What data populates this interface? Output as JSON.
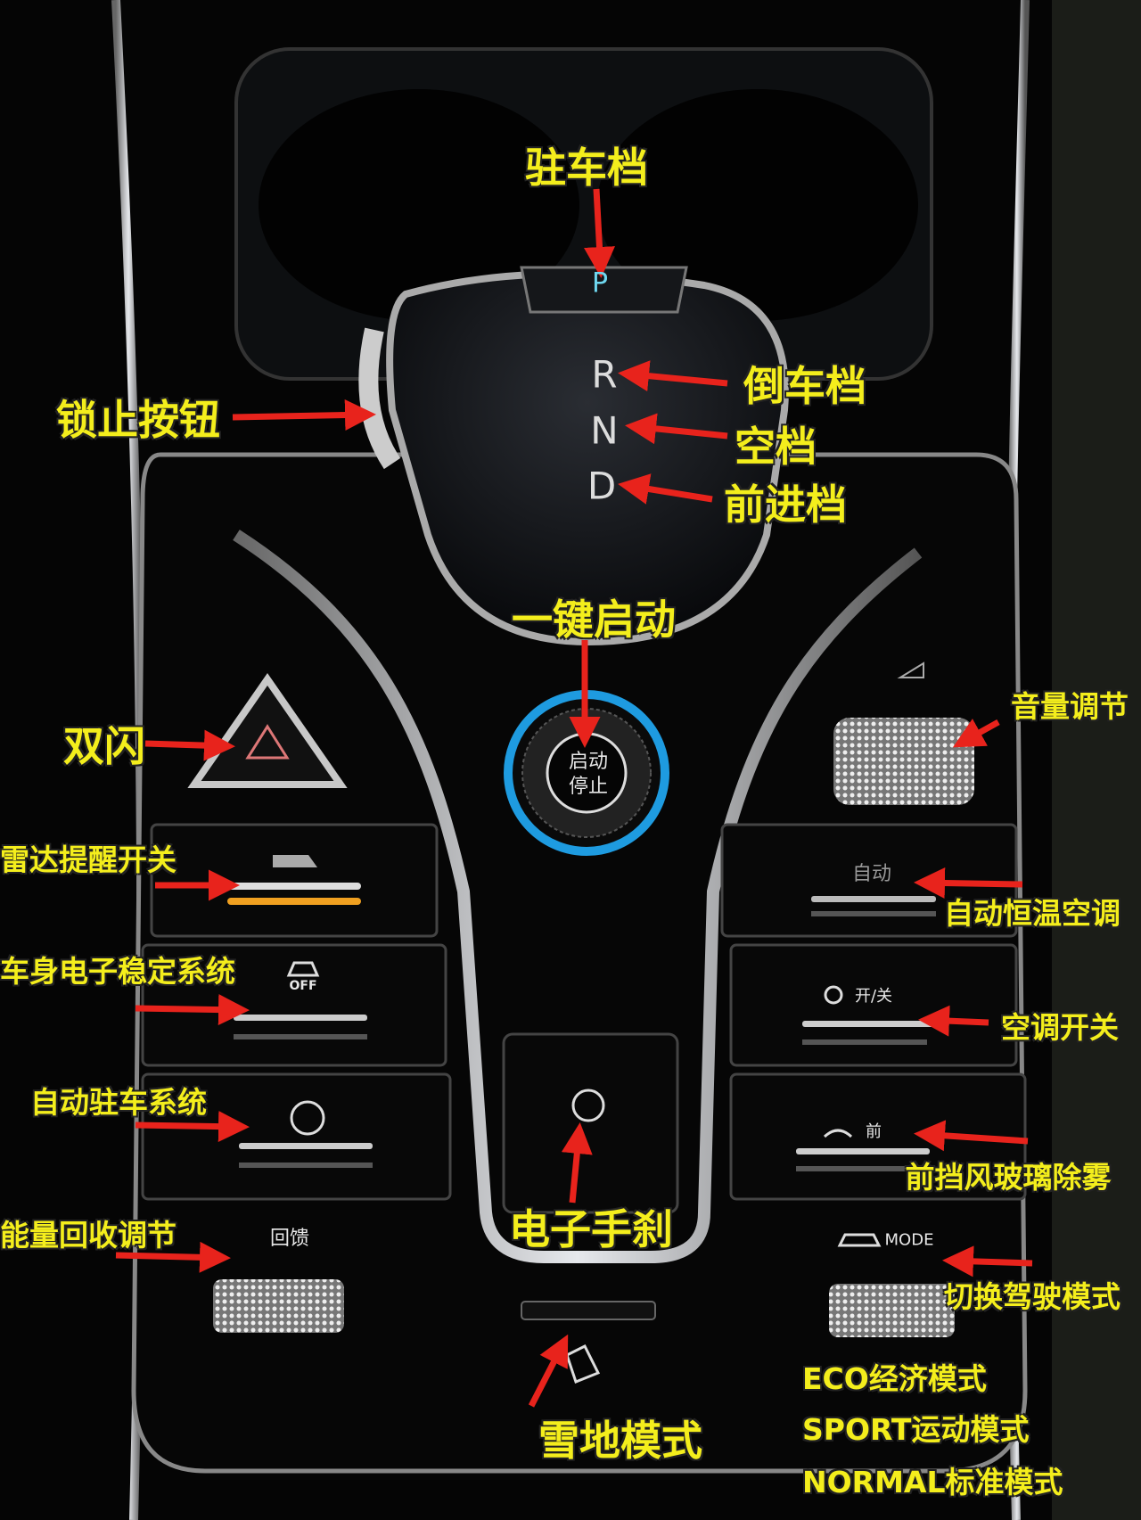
{
  "colors": {
    "label": "#f4ee1c",
    "arrow": "#e8231c",
    "ring": "#1e9be0",
    "console": "#050505",
    "chrome": "#b9bcc2",
    "radar_strip": "#f0a020"
  },
  "console_markings": {
    "gear_p": "P",
    "gear_r": "R",
    "gear_n": "N",
    "gear_d": "D",
    "start_line1": "启动",
    "stop_line1": "停止",
    "esc_off": "OFF",
    "regen": "回馈",
    "auto": "自动",
    "ac_onoff": "开/关",
    "defrost_front": "前",
    "mode": "MODE"
  },
  "labels": {
    "park": "驻车档",
    "reverse": "倒车档",
    "neutral": "空档",
    "drive": "前进档",
    "lock_button": "锁止按钮",
    "one_key_start": "一键启动",
    "hazard": "双闪",
    "volume": "音量调节",
    "radar": "雷达提醒开关",
    "auto_climate": "自动恒温空调",
    "esc": "车身电子稳定系统",
    "ac_switch": "空调开关",
    "auto_hold": "自动驻车系统",
    "front_defrost": "前挡风玻璃除雾",
    "energy_recovery": "能量回收调节",
    "epb": "电子手刹",
    "drive_mode": "切换驾驶模式",
    "snow_mode": "雪地模式",
    "mode_eco": "ECO经济模式",
    "mode_sport": "SPORT运动模式",
    "mode_normal": "NORMAL标准模式"
  },
  "icons": [
    "hazard-triangle-icon",
    "parking-radar-icon",
    "esc-off-car-icon",
    "auto-hold-icon",
    "epb-p-icon",
    "fan-icon",
    "windshield-defrost-icon",
    "car-mode-icon",
    "snow-mode-icon",
    "volume-power-icon"
  ]
}
